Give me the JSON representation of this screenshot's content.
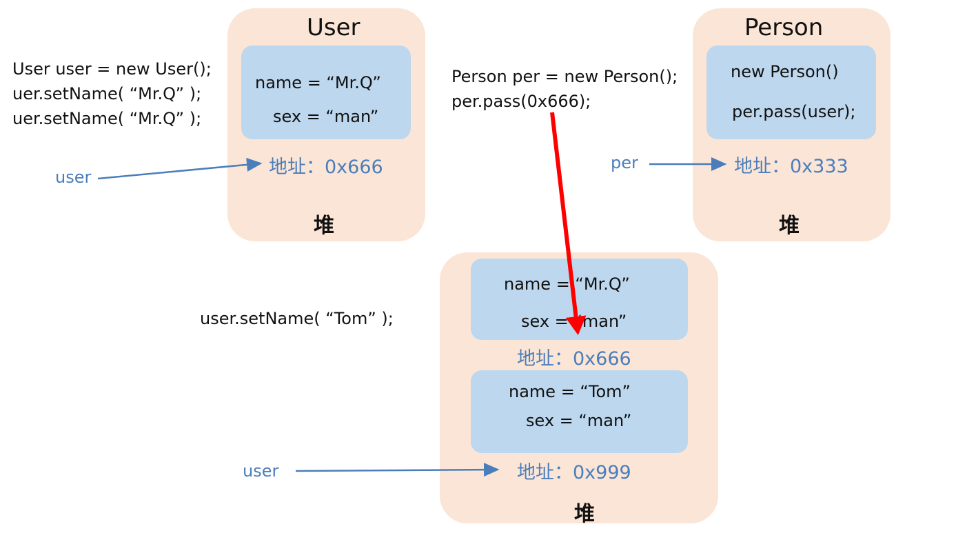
{
  "heaps": {
    "user": {
      "title": "User",
      "fields": [
        "name =  “Mr.Q”",
        "sex =  “man”"
      ],
      "address": "地址：0x666",
      "label": "堆"
    },
    "person": {
      "title": "Person",
      "fields": [
        "new Person()",
        "per.pass(user);"
      ],
      "address": "地址：0x333",
      "label": "堆"
    },
    "bottom": {
      "objects": [
        {
          "fields": [
            "name =  “Mr.Q”",
            "sex = “man”"
          ],
          "address": "地址：0x666"
        },
        {
          "fields": [
            "name =  “Tom”",
            "sex =  “man”"
          ],
          "address": "地址：0x999"
        }
      ],
      "label": "堆"
    }
  },
  "code": {
    "user_block": [
      "User user = new User();",
      "uer.setName( “Mr.Q” );",
      "uer.setName( “Mr.Q” );"
    ],
    "person_block": [
      "Person per = new Person();",
      "per.pass(0x666);"
    ],
    "set_tom": "user.setName( “Tom” );"
  },
  "references": {
    "user_top": "user",
    "per": "per",
    "user_bottom": "user"
  },
  "colors": {
    "heap_bg": "#fbe5d6",
    "field_bg": "#bdd7ee",
    "reference_blue": "#4a7ebb",
    "pass_arrow": "#ff0000"
  }
}
